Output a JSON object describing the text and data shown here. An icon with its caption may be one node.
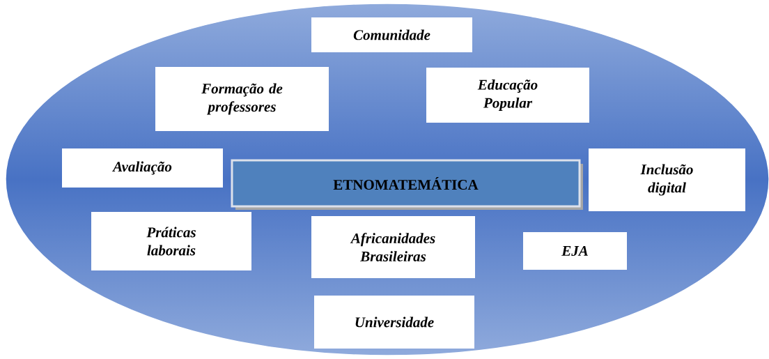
{
  "diagram": {
    "nodes": [
      {
        "text": [],
        "shape": "circle"
      },
      {
        "text": [
          "Comunidade"
        ],
        "in": 0
      },
      {
        "text": [
          "Formação de professores"
        ],
        "in": 0
      },
      {
        "text": [
          "Educação Popular"
        ],
        "in": 0
      },
      {
        "text": [
          "Avaliação"
        ],
        "in": 0
      },
      {
        "text": [
          "ETNOMATEMÁTICA"
        ],
        "in": 0
      },
      {
        "text": [
          "Inclusão digital"
        ],
        "in": 0
      },
      {
        "text": [
          "Práticas laborais"
        ],
        "in": 0
      },
      {
        "text": [
          "Africanidades Brasileiras"
        ],
        "in": 0
      },
      {
        "text": [
          "EJA"
        ],
        "in": 0
      },
      {
        "text": [
          "Universidade"
        ],
        "in": 0
      }
    ]
  }
}
